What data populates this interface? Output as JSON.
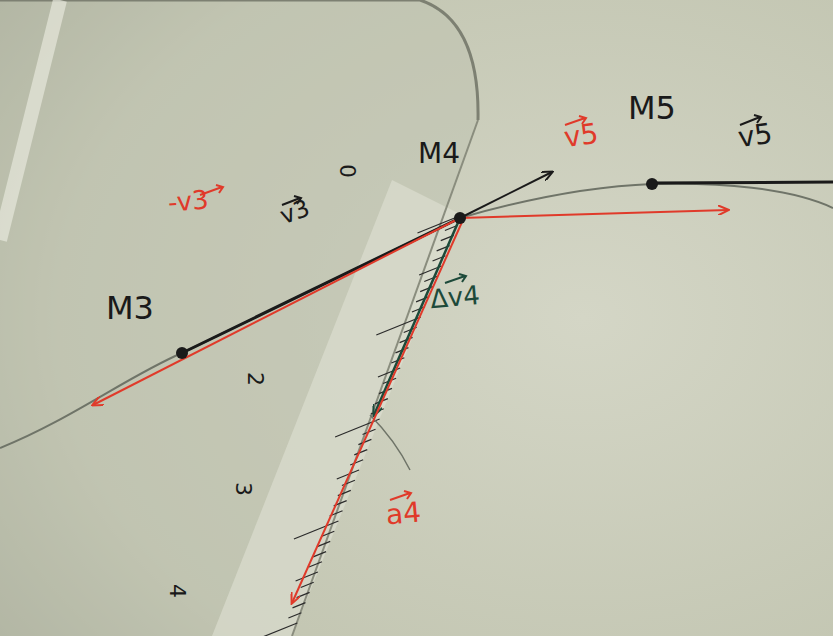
{
  "diagram": {
    "labels": [
      "M5",
      "v5",
      "v5",
      "M4",
      "-v3",
      "v3",
      "M3",
      "Δv4",
      "a4",
      "0",
      "2",
      "3",
      "4"
    ]
  }
}
